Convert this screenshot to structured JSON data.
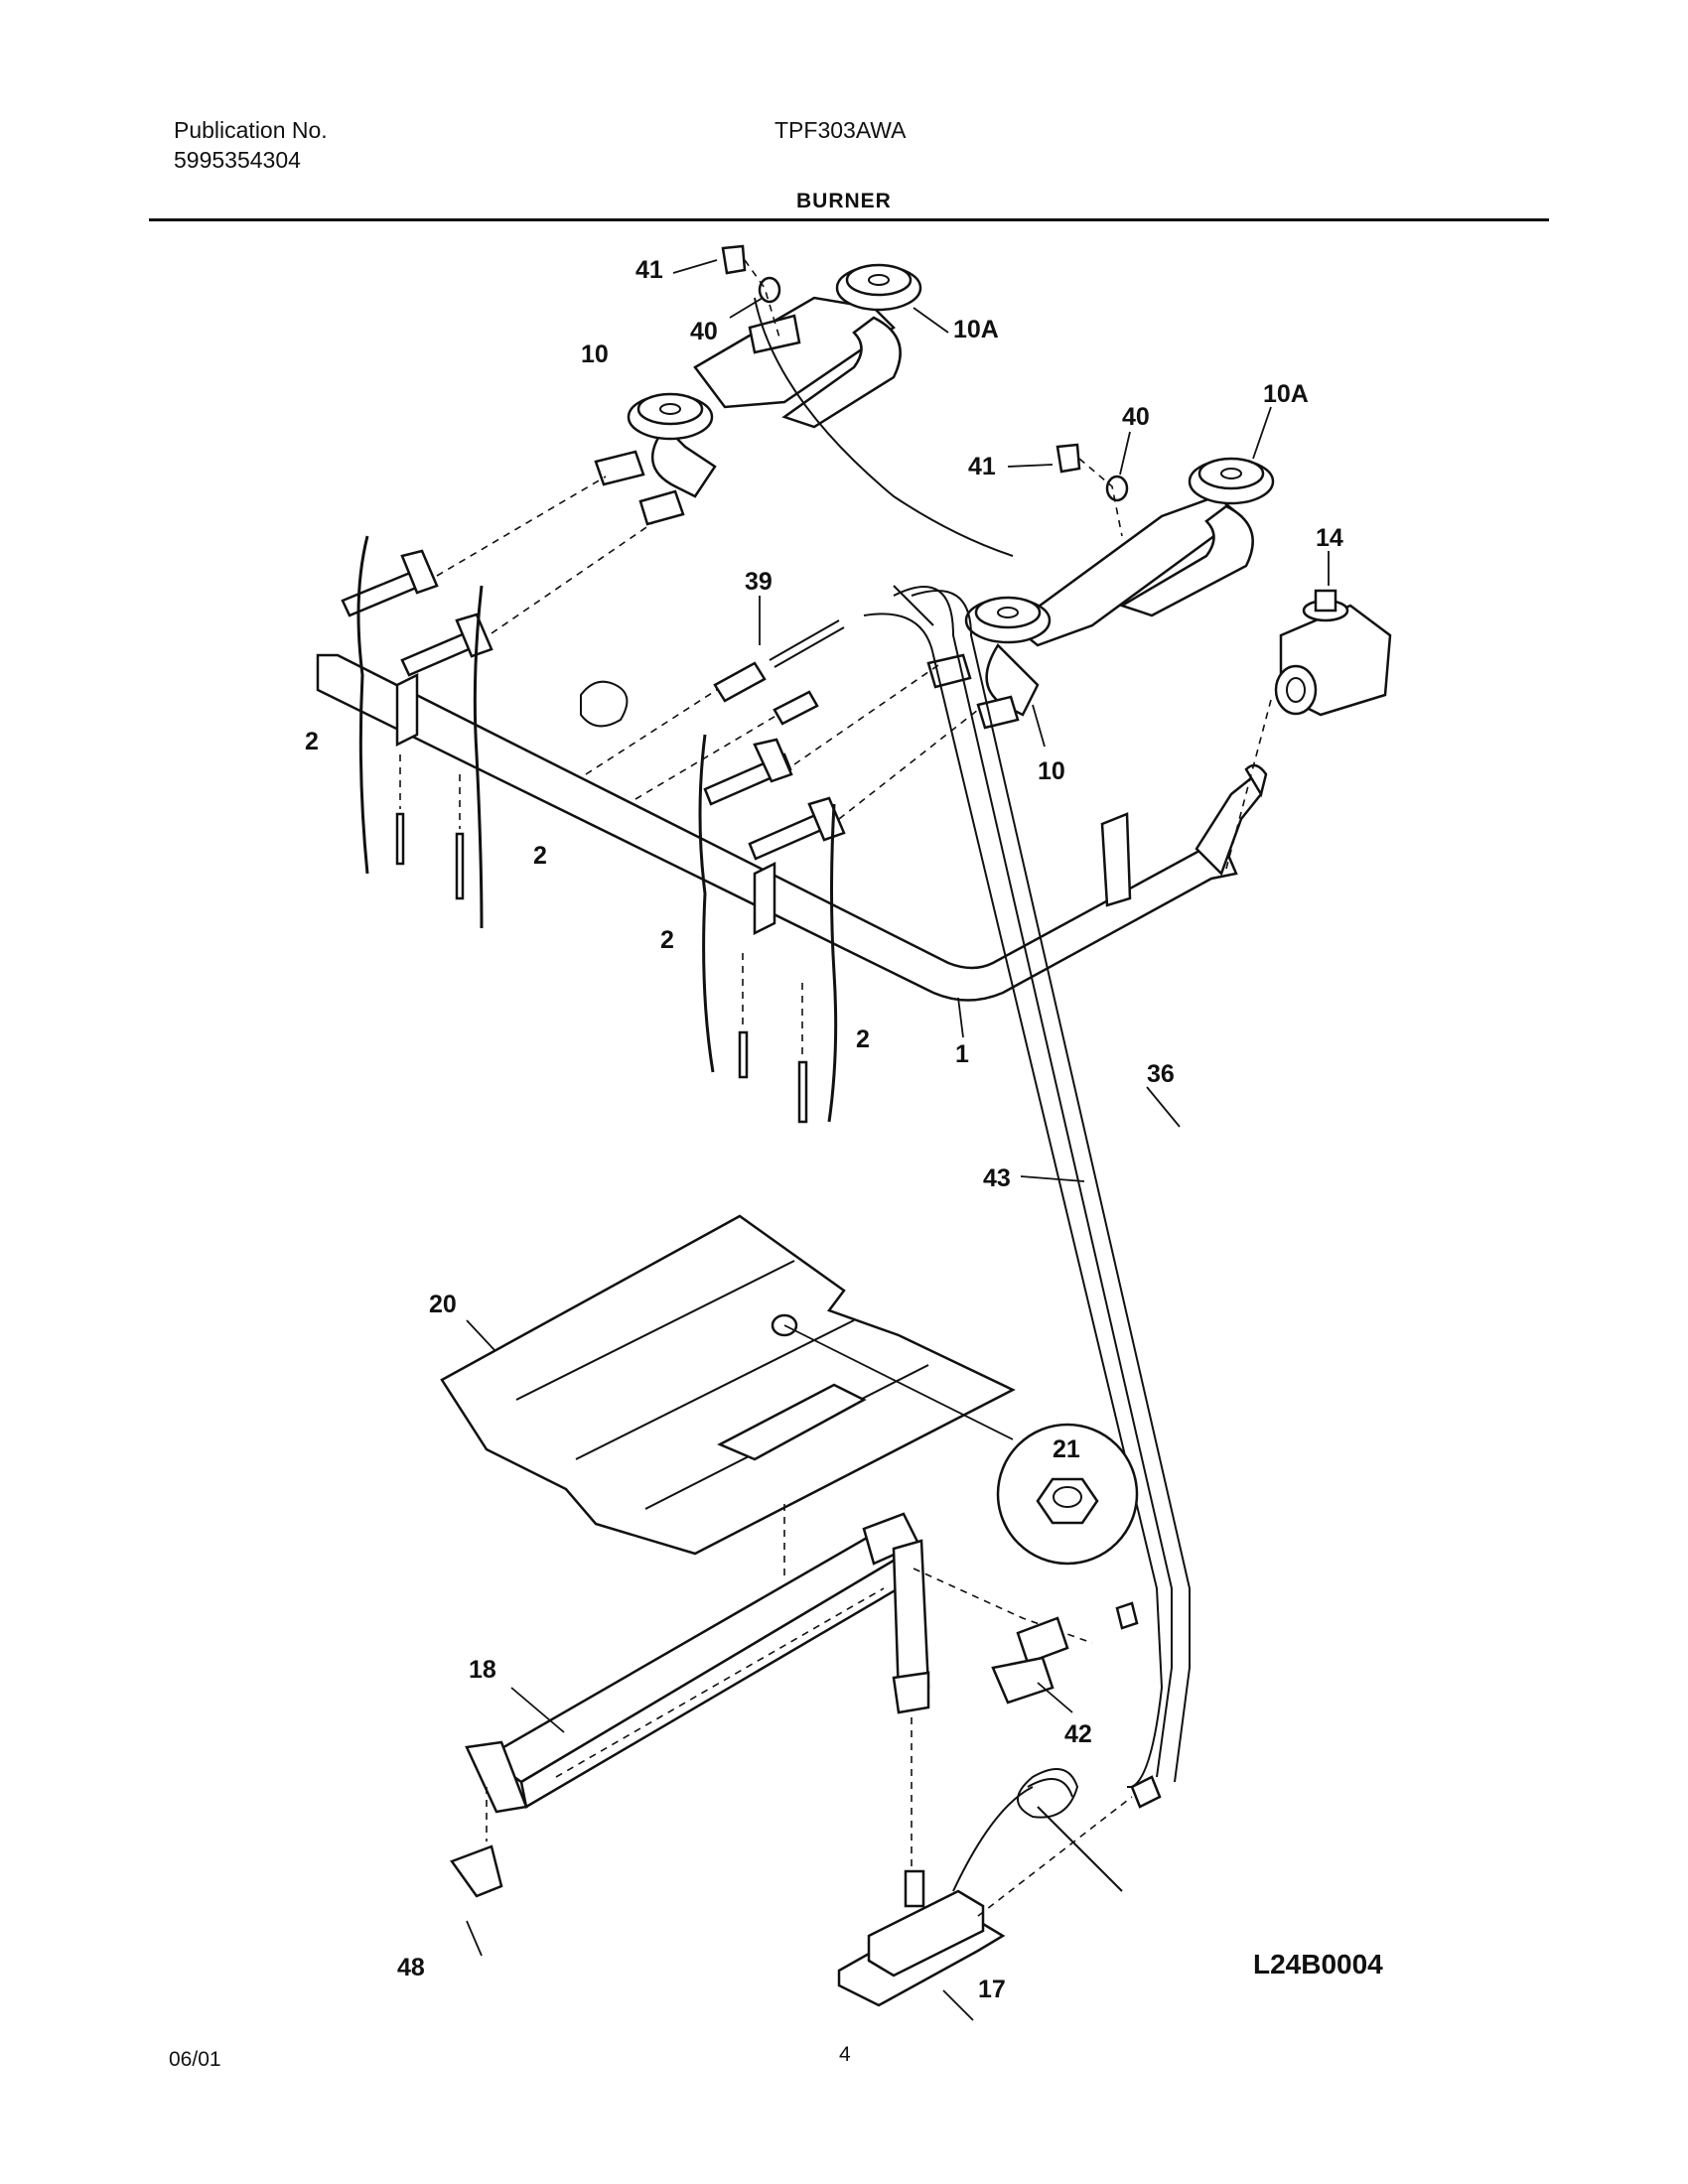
{
  "header": {
    "publication_label": "Publication No.",
    "publication_number": "5995354304",
    "model": "TPF303AWA",
    "section": "BURNER"
  },
  "diagram": {
    "code": "L24B0004",
    "callouts": [
      "41",
      "40",
      "10",
      "10A",
      "40",
      "10A",
      "41",
      "14",
      "39",
      "10",
      "2",
      "2",
      "2",
      "2",
      "1",
      "36",
      "43",
      "20",
      "21",
      "18",
      "42",
      "48",
      "17"
    ]
  },
  "footer": {
    "date": "06/01",
    "page": "4"
  }
}
